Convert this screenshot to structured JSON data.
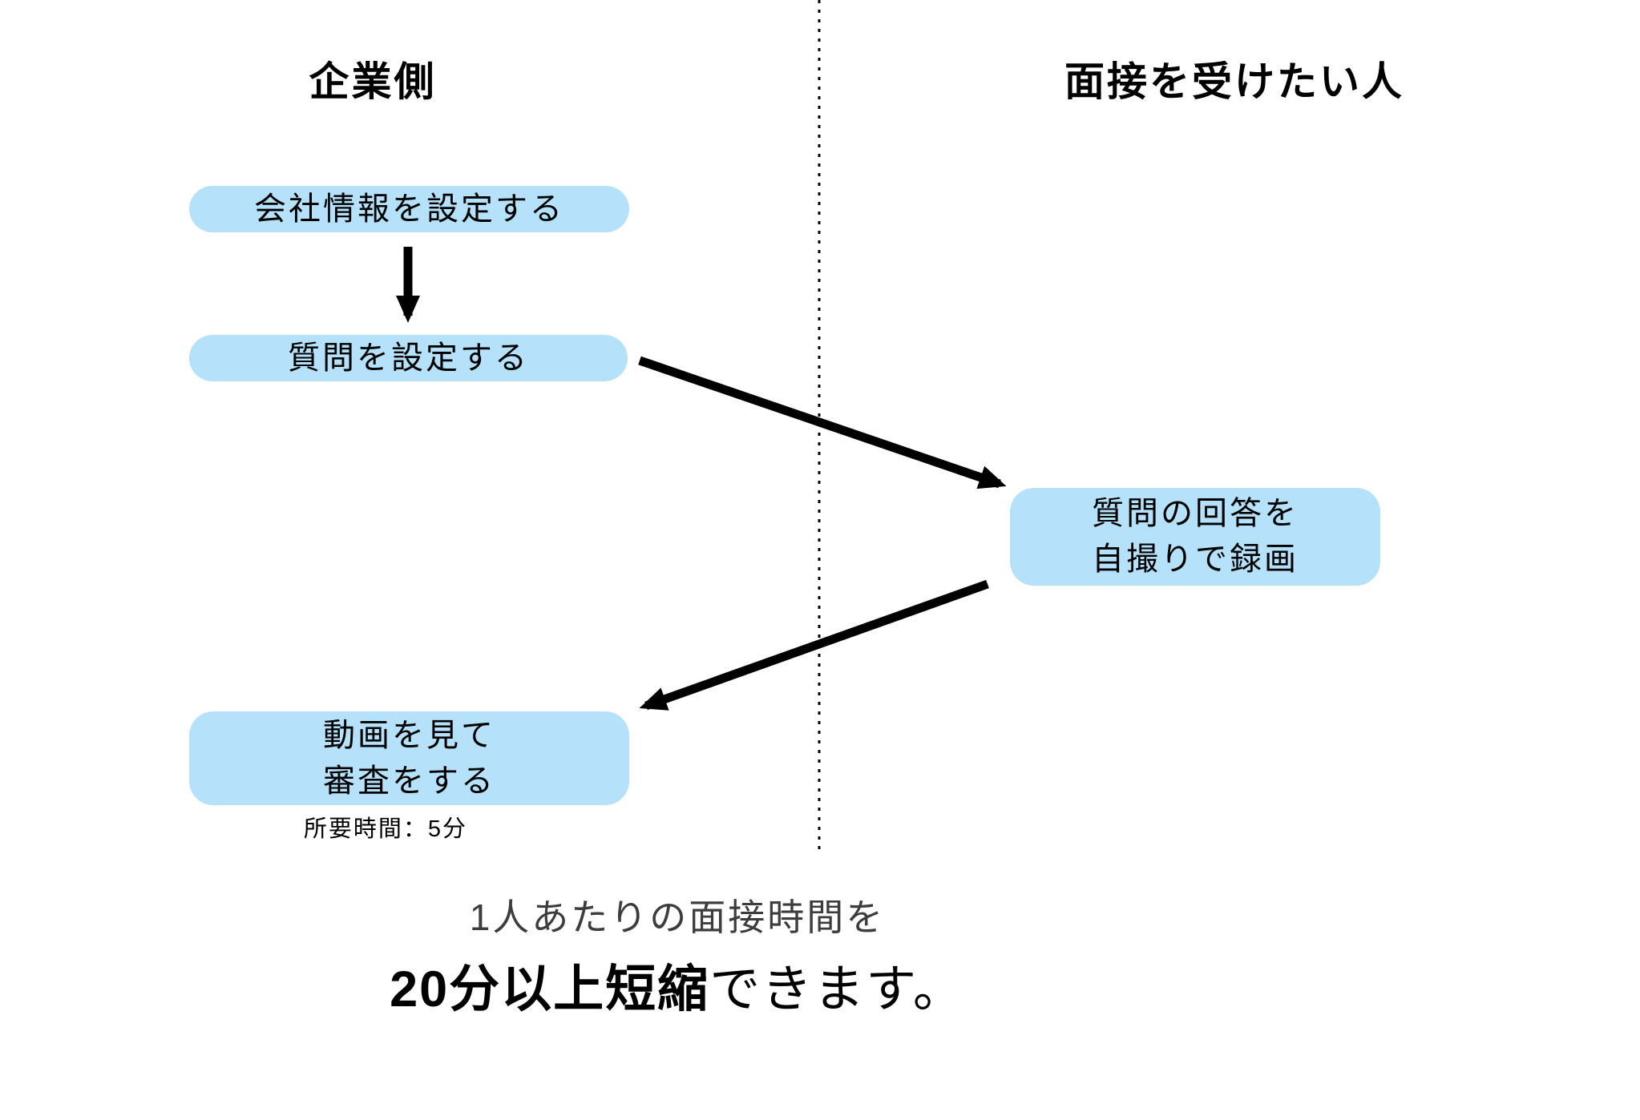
{
  "columns": {
    "left_header": "企業側",
    "right_header": "面接を受けたい人"
  },
  "flow": {
    "company_steps": [
      {
        "id": "set-company-info",
        "label": "会社情報を設定する"
      },
      {
        "id": "set-questions",
        "label": "質問を設定する"
      },
      {
        "id": "review-videos",
        "lines": [
          "動画を見て",
          "審査をする"
        ],
        "note": "所要時間：5分"
      }
    ],
    "candidate_steps": [
      {
        "id": "record-selfie",
        "lines": [
          "質問の回答を",
          "自撮りで録画"
        ]
      }
    ]
  },
  "footer": {
    "line1": "1人あたりの面接時間を",
    "line2_emphasis": "20分以上短縮",
    "line2_rest": "できます。"
  },
  "colors": {
    "box_fill": "#B6E1FA",
    "arrow": "#000000",
    "divider": "#000000",
    "text": "#000000",
    "muted_text": "#3D3D3D",
    "background": "#FFFFFF"
  }
}
